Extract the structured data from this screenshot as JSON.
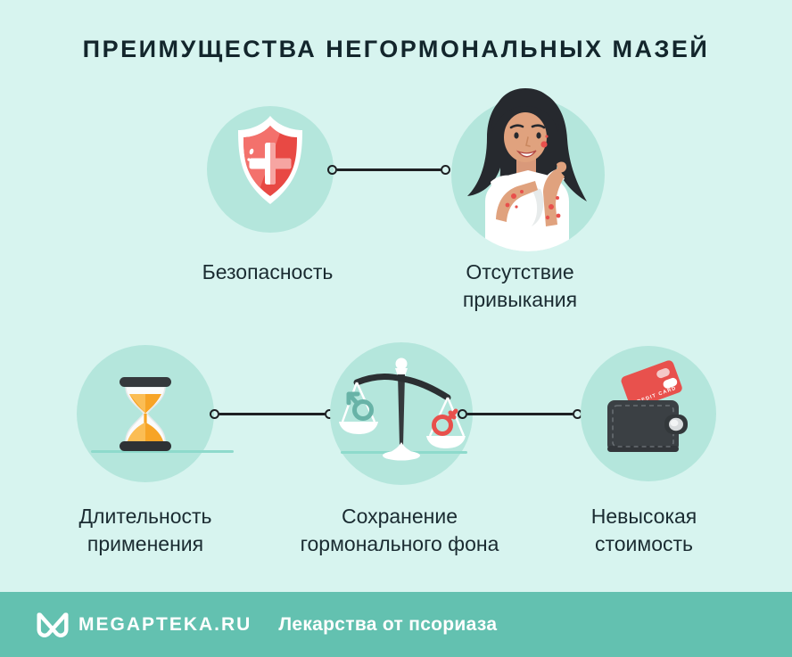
{
  "title": "ПРЕИМУЩЕСТВА НЕГОРМОНАЛЬНЫХ МАЗЕЙ",
  "benefits": [
    {
      "icon": "shield-with-cross",
      "label_lines": [
        "Безопасность",
        ""
      ]
    },
    {
      "icon": "woman-skin-irritation",
      "label_lines": [
        "Отсутствие",
        "привыкания"
      ]
    },
    {
      "icon": "hourglass",
      "label_lines": [
        "Длительность",
        "применения"
      ]
    },
    {
      "icon": "gender-balance-scales",
      "label_lines": [
        "Сохранение",
        "гормонального фона"
      ]
    },
    {
      "icon": "wallet-credit-card",
      "label_lines": [
        "Невысокая",
        "стоимость"
      ]
    }
  ],
  "wallet_card_text": "CREDIT CARD",
  "footer": {
    "brand": "MEGAPTEKA.RU",
    "topic": "Лекарства от псориаза"
  },
  "palette": {
    "background": "#d7f4ef",
    "circle_fill": "#b4e6dc",
    "text_dark": "#14282e",
    "footer_teal": "#63c1b0",
    "accent_red": "#e8504c",
    "accent_red_light": "#f3716c",
    "accent_orange": "#f7a426",
    "accent_teal": "#68b3a7",
    "icon_dark": "#35393c",
    "connector_dark": "#1d2023",
    "ground_line": "#8edacc",
    "white": "#ffffff"
  }
}
